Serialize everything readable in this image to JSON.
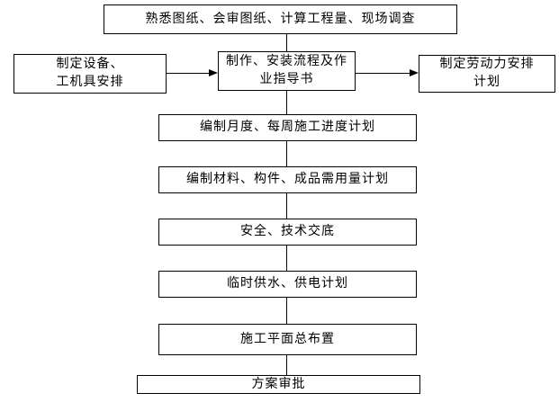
{
  "diagram": {
    "type": "flowchart",
    "title": "construction-preparation-flowchart",
    "colors": {
      "background": "#ffffff",
      "node_fill": "#ffffff",
      "node_border": "#000000",
      "text": "#000000",
      "connector": "#000000"
    },
    "nodes": {
      "prepare": {
        "label": "熟悉图纸、会审图纸、计算工程量、现场调查"
      },
      "equipment": {
        "line1": "制定设备、",
        "line2": "工机具安排"
      },
      "instruction": {
        "line1": "制作、安装流程及作",
        "line2": "业指导书"
      },
      "labor": {
        "line1": "制定劳动力安排",
        "line2": "计划"
      },
      "progress": {
        "label": "编制月度、每周施工进度计划"
      },
      "materials": {
        "label": "编制材料、构件、成品需用量计划"
      },
      "safety": {
        "label": "安全、技术交底"
      },
      "utilities": {
        "label": "临时供水、供电计划"
      },
      "site_layout": {
        "label": "施工平面总布置"
      },
      "approval": {
        "label": "方案审批"
      }
    },
    "connectors": {
      "vertical_plain_lines": 7,
      "horizontal_arrows": [
        {
          "from": "equipment",
          "to": "instruction",
          "style": "solid-arrow-right"
        },
        {
          "from": "instruction",
          "to": "labor",
          "style": "solid-arrow-right"
        }
      ]
    }
  }
}
